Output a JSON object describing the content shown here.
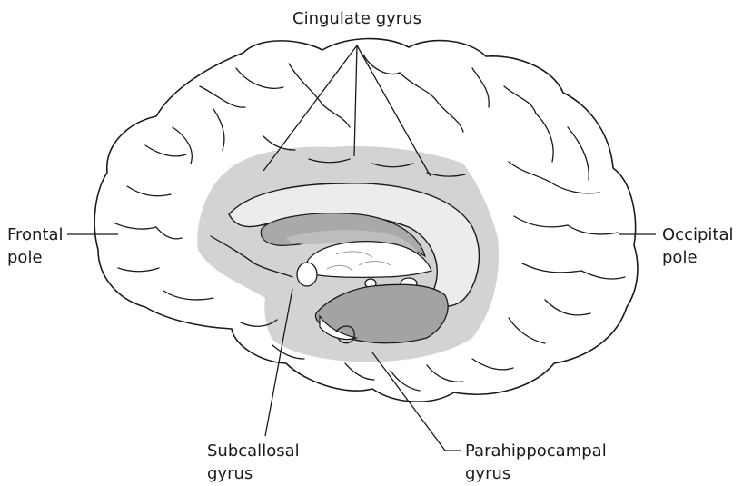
{
  "labels": {
    "cingulate": "Cingulate gyrus",
    "frontal_line1": "Frontal",
    "frontal_line2": "pole",
    "occipital_line1": "Occipital",
    "occipital_line2": "pole",
    "subcallosal_line1": "Subcallosal",
    "subcallosal_line2": "gyrus",
    "parahippocampal_line1": "Parahippocampal",
    "parahippocampal_line2": "gyrus"
  },
  "colors": {
    "limbic_region": "#d3d3d3",
    "corpus_callosum": "#ececec",
    "ventricle": "#a9a9a9",
    "brainstem": "#a3a3a3"
  }
}
